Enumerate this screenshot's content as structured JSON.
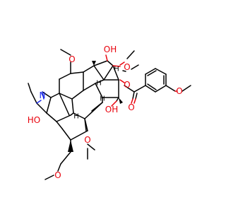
{
  "labels": {
    "hydroxyl": "OH",
    "hydroxyl_left": "HO",
    "oxygen": "O",
    "nitrogen": "N",
    "stereo_h": "H"
  },
  "colors": {
    "oxygen": "#e8000b",
    "nitrogen": "#1c2be8",
    "bond": "#000000"
  }
}
